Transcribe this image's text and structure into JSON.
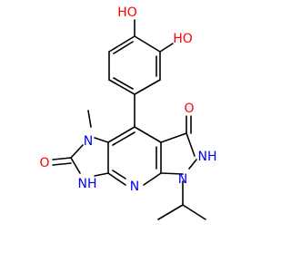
{
  "colors": {
    "bond": "#000000",
    "carbon": "#000000",
    "oxygen": "#ff0000",
    "nitrogen": "#0000ff",
    "background": "#ffffff"
  },
  "atom_labels": {
    "o_top": "HO",
    "o_meta": "HO",
    "o_pyrazolone": "O",
    "o_imidazolone": "O",
    "n_methyl": "N",
    "nh_imidazolone": "NH",
    "n_pyridine": "N",
    "nh_pyrazole": "NH",
    "n_isopropyl": "N"
  }
}
